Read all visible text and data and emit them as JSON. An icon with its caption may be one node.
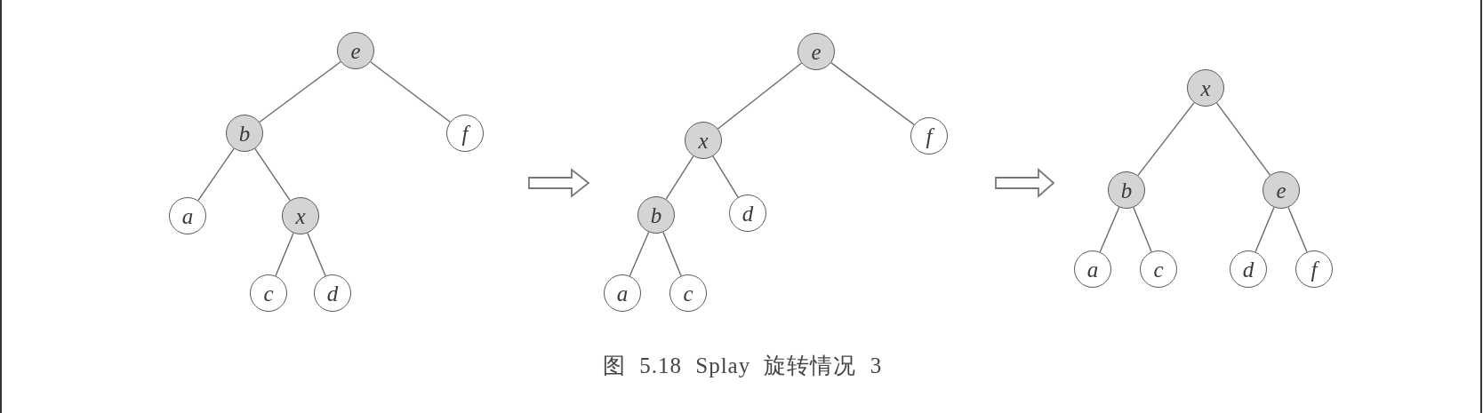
{
  "diagram": {
    "caption": "图 5.18 Splay 旋转情况 3",
    "nodes": [
      {
        "text": [
          "e"
        ]
      },
      {
        "text": [
          "b"
        ]
      },
      {
        "text": [
          "f"
        ]
      },
      {
        "text": [
          "a"
        ]
      },
      {
        "text": [
          "x"
        ]
      },
      {
        "text": [
          "c"
        ]
      },
      {
        "text": [
          "d"
        ]
      },
      {
        "text": [
          "e"
        ]
      },
      {
        "text": [
          "x"
        ]
      },
      {
        "text": [
          "f"
        ]
      },
      {
        "text": [
          "b"
        ]
      },
      {
        "text": [
          "d"
        ]
      },
      {
        "text": [
          "a"
        ]
      },
      {
        "text": [
          "c"
        ]
      },
      {
        "text": [
          "x"
        ]
      },
      {
        "text": [
          "b"
        ]
      },
      {
        "text": [
          "e"
        ]
      },
      {
        "text": [
          "a"
        ]
      },
      {
        "text": [
          "c"
        ]
      },
      {
        "text": [
          "d"
        ]
      },
      {
        "text": [
          "f"
        ]
      }
    ],
    "edges": [
      {
        "from": 0,
        "to": 1,
        "arrow": "none"
      },
      {
        "from": 0,
        "to": 2,
        "arrow": "none"
      },
      {
        "from": 1,
        "to": 3,
        "arrow": "none"
      },
      {
        "from": 1,
        "to": 4,
        "arrow": "none"
      },
      {
        "from": 4,
        "to": 5,
        "arrow": "none"
      },
      {
        "from": 4,
        "to": 6,
        "arrow": "none"
      },
      {
        "from": 7,
        "to": 8,
        "arrow": "none"
      },
      {
        "from": 7,
        "to": 9,
        "arrow": "none"
      },
      {
        "from": 8,
        "to": 10,
        "arrow": "none"
      },
      {
        "from": 8,
        "to": 11,
        "arrow": "none"
      },
      {
        "from": 10,
        "to": 12,
        "arrow": "none"
      },
      {
        "from": 10,
        "to": 13,
        "arrow": "none"
      },
      {
        "from": 14,
        "to": 15,
        "arrow": "none"
      },
      {
        "from": 14,
        "to": 16,
        "arrow": "none"
      },
      {
        "from": 15,
        "to": 17,
        "arrow": "none"
      },
      {
        "from": 15,
        "to": 18,
        "arrow": "none"
      },
      {
        "from": 16,
        "to": 19,
        "arrow": "none"
      },
      {
        "from": 16,
        "to": 20,
        "arrow": "none"
      }
    ]
  }
}
